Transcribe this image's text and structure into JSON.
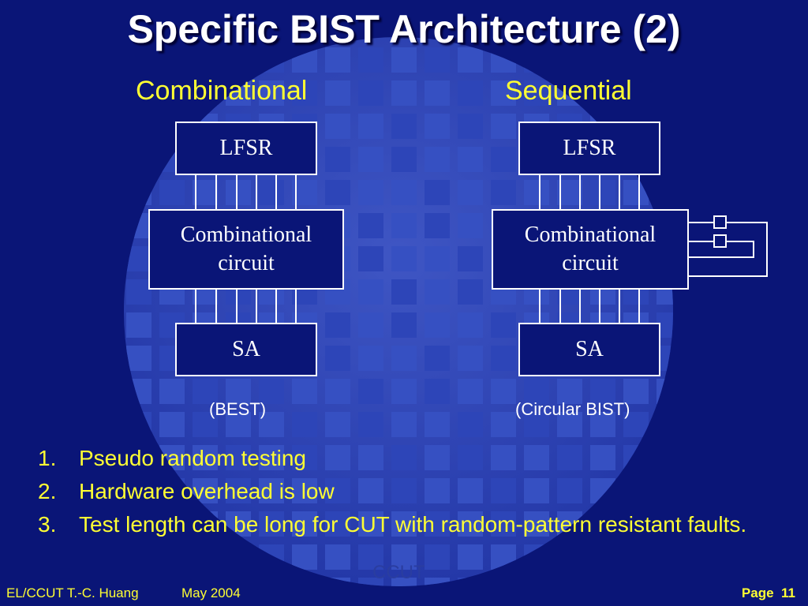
{
  "slide": {
    "title": "Specific BIST Architecture (2)",
    "left": {
      "heading": "Combinational",
      "top_box": "LFSR",
      "middle_box_line1": "Combinational",
      "middle_box_line2": "circuit",
      "bottom_box": "SA",
      "caption": "(BEST)"
    },
    "right": {
      "heading": "Sequential",
      "top_box": "LFSR",
      "middle_box_line1": "Combinational",
      "middle_box_line2": "circuit",
      "bottom_box": "SA",
      "caption": "(Circular BIST)"
    },
    "list": [
      {
        "num": "1.",
        "text": "Pseudo random testing"
      },
      {
        "num": "2.",
        "text": "Hardware overhead is low"
      },
      {
        "num": "3.",
        "text": "Test length can be long for CUT with random-pattern resistant faults."
      }
    ],
    "watermark": "CCUT",
    "footer": {
      "author": "EL/CCUT T.-C. Huang",
      "date": "May 2004",
      "page_label": "Page",
      "page_number": "11"
    }
  },
  "colors": {
    "background": "#0a1577",
    "title": "#ffffff",
    "heading": "#ffff33",
    "box_border": "#ffffff"
  }
}
